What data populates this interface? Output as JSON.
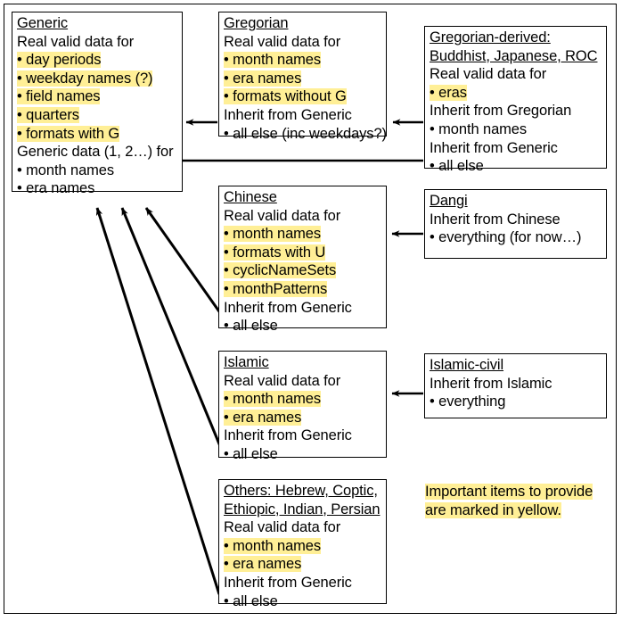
{
  "diagram": {
    "title": "Calendar data inheritance diagram",
    "legend": {
      "line1": "Important items to provide",
      "line2": "are marked in yellow.",
      "highlight_color": "#ffef96"
    },
    "boxes": {
      "generic": {
        "title": "Generic",
        "l1": "Real valid data for",
        "l2": "• day periods",
        "l3": "• weekday names (?)",
        "l4": "• field names",
        "l5": "• quarters",
        "l6": "• formats with G",
        "l7": "Generic data (1, 2…) for",
        "l8": "• month names",
        "l9": "• era names"
      },
      "gregorian": {
        "title": "Gregorian",
        "l1": "Real valid data for",
        "l2": "• month names",
        "l3": "• era names",
        "l4": "• formats without G",
        "l5": "Inherit from Generic",
        "l6": "• all else (inc weekdays?)"
      },
      "gregorian_derived": {
        "title_line1": "Gregorian-derived:",
        "title_line2": "Buddhist, Japanese, ROC",
        "l1": "Real valid data for",
        "l2": "• eras",
        "l3": "Inherit from Gregorian",
        "l4": "• month names",
        "l5": "Inherit from Generic",
        "l6": "• all else"
      },
      "chinese": {
        "title": "Chinese",
        "l1": "Real valid data for",
        "l2": "• month names",
        "l3": "• formats with U",
        "l4": "• cyclicNameSets",
        "l5": "• monthPatterns",
        "l6": "Inherit from Generic",
        "l7": "• all else"
      },
      "dangi": {
        "title": "Dangi",
        "l1": "Inherit from Chinese",
        "l2": "• everything (for now…)"
      },
      "islamic": {
        "title": "Islamic",
        "l1": "Real valid data for",
        "l2": "• month names",
        "l3": "• era names",
        "l4": "Inherit from Generic",
        "l5": "• all else"
      },
      "islamic_civil": {
        "title": "Islamic-civil",
        "l1": "Inherit from Islamic",
        "l2": "• everything"
      },
      "others": {
        "title_line1": "Others: Hebrew, Coptic,",
        "title_line2": "Ethiopic, Indian, Persian",
        "l1": "Real valid data for",
        "l2": "• month names",
        "l3": "• era names",
        "l4": "Inherit from Generic",
        "l5": "• all else"
      }
    },
    "arrows": [
      {
        "name": "gregorian-to-generic",
        "from": "gregorian",
        "to": "generic"
      },
      {
        "name": "gregorian-derived-to-gregorian",
        "from": "gregorian_derived",
        "to": "gregorian"
      },
      {
        "name": "gregorian-derived-to-generic",
        "from": "gregorian_derived",
        "to": "generic"
      },
      {
        "name": "dangi-to-chinese",
        "from": "dangi",
        "to": "chinese"
      },
      {
        "name": "chinese-to-generic",
        "from": "chinese",
        "to": "generic"
      },
      {
        "name": "islamic-civil-to-islamic",
        "from": "islamic_civil",
        "to": "islamic"
      },
      {
        "name": "islamic-to-generic",
        "from": "islamic",
        "to": "generic"
      },
      {
        "name": "others-to-generic",
        "from": "others",
        "to": "generic"
      }
    ]
  }
}
